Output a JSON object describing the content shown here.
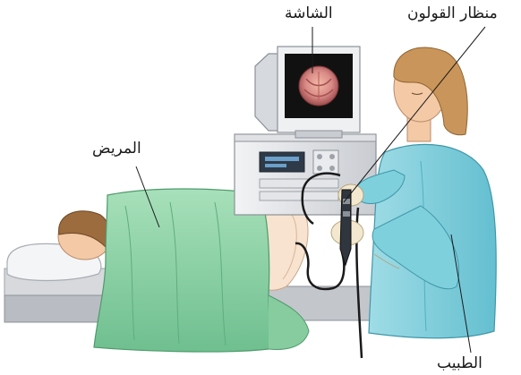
{
  "labels": {
    "screen": "الشاشة",
    "colonoscope": "منظار القولون",
    "patient": "المريض",
    "doctor": "الطبيب"
  },
  "colors": {
    "sheet": "#8fd3a8",
    "gown": "#7fd0dd",
    "monitor": "#e8eaed",
    "screen_image": "#d98a86",
    "hair_doctor": "#c9955a",
    "hair_patient": "#9c6b3e",
    "skin": "#f4c9a6",
    "table": "#d4d6da"
  }
}
